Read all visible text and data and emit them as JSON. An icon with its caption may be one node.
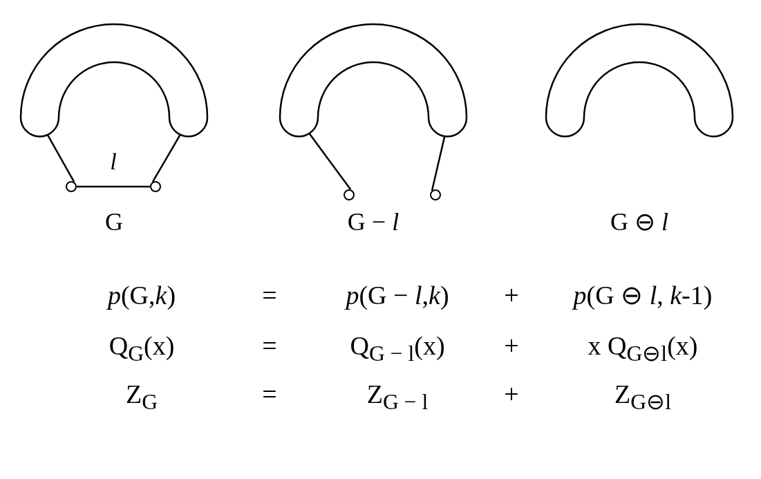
{
  "diagram": {
    "nodes": [
      {
        "text": [],
        "shape": "arch"
      },
      {
        "text": [],
        "shape": "circle"
      },
      {
        "text": [],
        "shape": "circle"
      },
      {
        "text": [],
        "shape": "arch"
      },
      {
        "text": [],
        "shape": "circle"
      },
      {
        "text": [],
        "shape": "circle"
      },
      {
        "text": [],
        "shape": "arch"
      }
    ],
    "edges": [
      {
        "from": 0,
        "to": 1,
        "arrow": "none"
      },
      {
        "from": 0,
        "to": 2,
        "arrow": "none"
      },
      {
        "from": 1,
        "to": 2,
        "arrow": "none",
        "label": "l"
      },
      {
        "from": 3,
        "to": 4,
        "arrow": "none"
      },
      {
        "from": 3,
        "to": 5,
        "arrow": "none"
      }
    ],
    "labels": [
      "G",
      "G − *l*",
      "G ⊖ *l*",
      "*p*(G,*k*)",
      "=",
      "*p*(G − *l*,*k*)",
      "+",
      "*p*(G ⊖ *l*, *k*-1)",
      "Q$_{G}$(x)",
      "=",
      "Q$_{G − l}$(x)",
      "+",
      "x Q$_{G⊖l}$(x)",
      "Z$_{G}$",
      "=",
      "Z$_{G − l}$",
      "+",
      "Z$_{G⊖l}$"
    ]
  }
}
